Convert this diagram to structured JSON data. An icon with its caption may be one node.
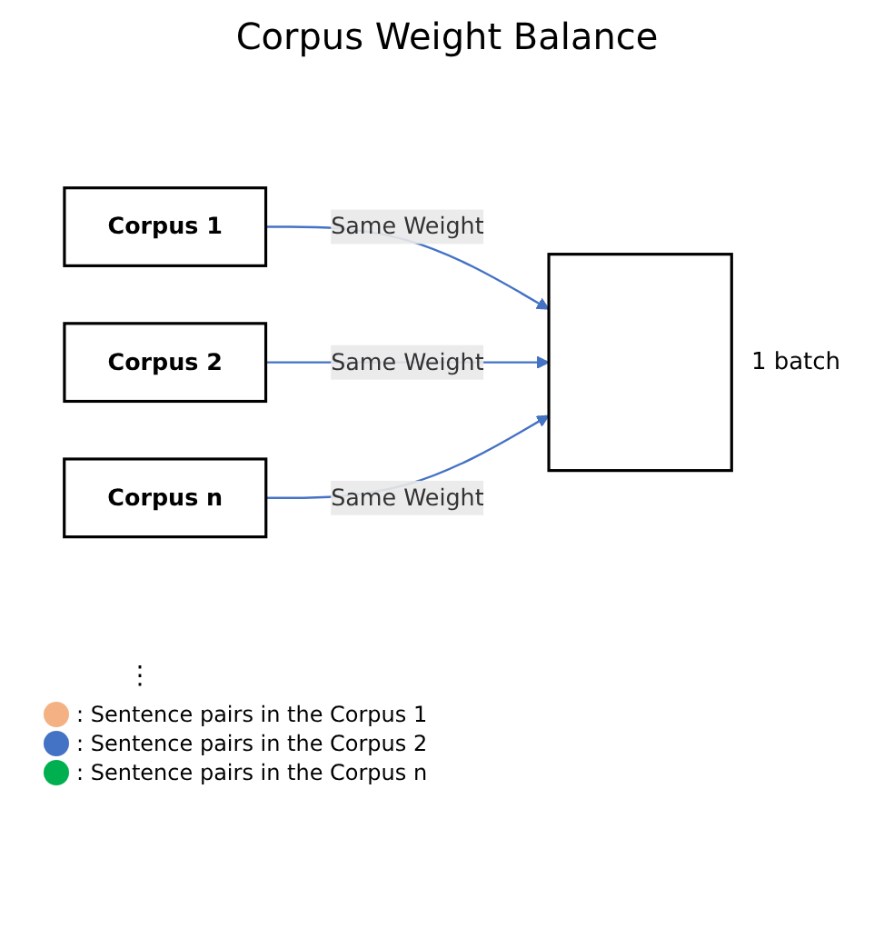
{
  "diagram": {
    "title": "Corpus Weight Balance",
    "nodes": [
      {
        "text": [
          "Corpus 1"
        ]
      },
      {
        "text": [
          "Corpus 2"
        ]
      },
      {
        "text": [
          "Corpus n"
        ]
      },
      {
        "text": [],
        "shape": "box",
        "beside": [
          "1 batch"
        ]
      }
    ],
    "edges": [
      {
        "from": 0,
        "to": 3,
        "arrow": "to",
        "label": "Same Weight"
      },
      {
        "from": 1,
        "to": 3,
        "arrow": "to",
        "label": "Same Weight"
      },
      {
        "from": 2,
        "to": 3,
        "arrow": "to",
        "label": "Same Weight"
      }
    ],
    "labels": [
      "⋮"
    ],
    "legend": [
      {
        "text": ": Sentence pairs in the Corpus 1",
        "color": "#f4b183"
      },
      {
        "text": ": Sentence pairs in the Corpus 2",
        "color": "#4472c4"
      },
      {
        "text": ": Sentence pairs in the Corpus n",
        "color": "#00b050"
      }
    ]
  }
}
